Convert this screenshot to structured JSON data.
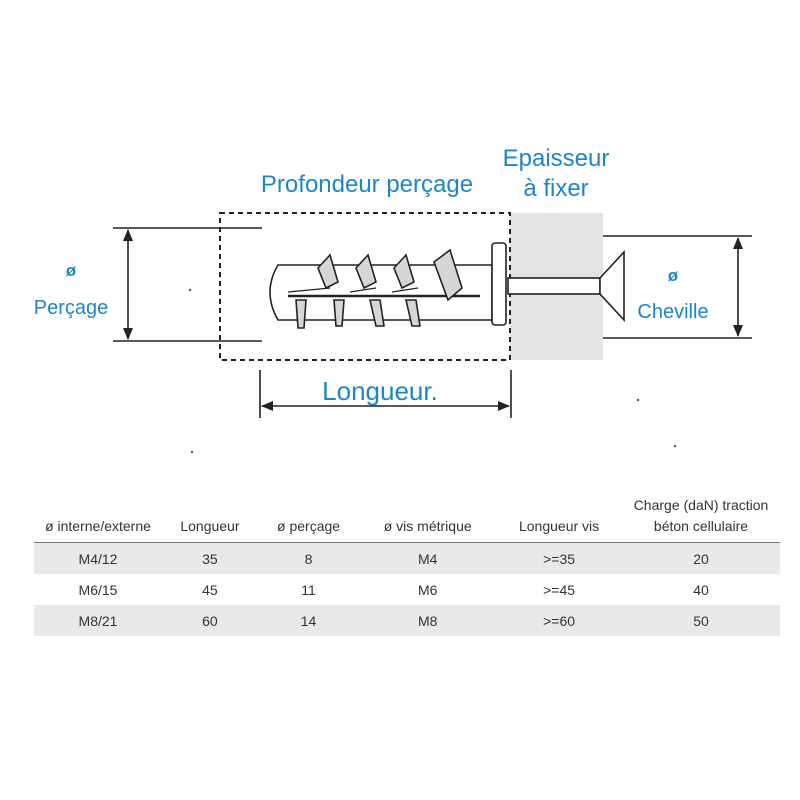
{
  "diagram": {
    "label_depth": "Profondeur perçage",
    "label_thickness_line1": "Epaisseur",
    "label_thickness_line2": "à fixer",
    "label_drill_symbol": "ø",
    "label_drill": "Perçage",
    "label_plug_symbol": "ø",
    "label_plug": "Cheville",
    "label_length": "Longueur.",
    "accent_color": "#1e86c6"
  },
  "table": {
    "headers": [
      "ø interne/externe",
      "Longueur",
      "ø perçage",
      "ø vis métrique",
      "Longueur vis",
      "Charge (daN) traction béton cellulaire"
    ],
    "rows": [
      [
        "M4/12",
        "35",
        "8",
        "M4",
        ">=35",
        "20"
      ],
      [
        "M6/15",
        "45",
        "11",
        "M6",
        ">=45",
        "40"
      ],
      [
        "M8/21",
        "60",
        "14",
        "M8",
        ">=60",
        "50"
      ]
    ]
  }
}
